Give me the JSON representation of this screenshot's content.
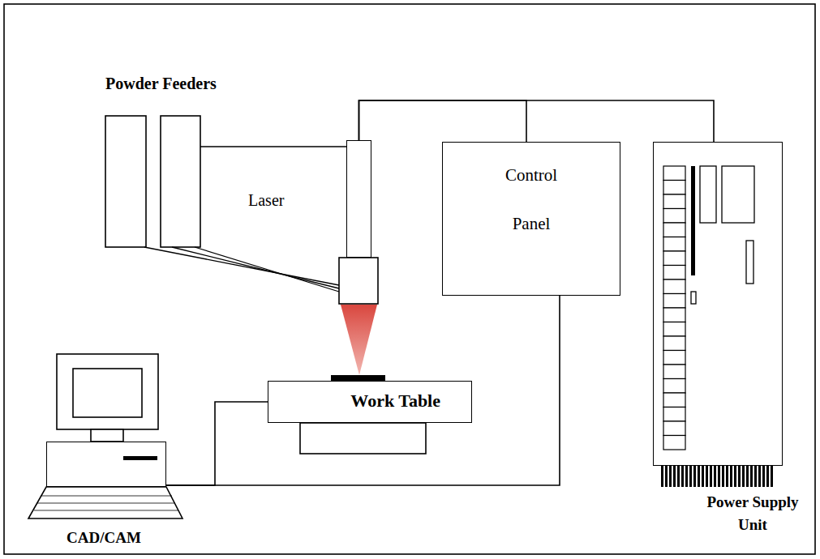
{
  "diagram": {
    "nodes": [
      {
        "text": [
          "Laser"
        ]
      },
      {
        "text": [
          "Control Panel"
        ]
      },
      {
        "text": [
          "Work Table"
        ]
      },
      {
        "text": [
          "Power Supply Unit"
        ]
      },
      {
        "text": [
          "CAD/CAM"
        ]
      }
    ],
    "edges": [
      {
        "from": 0,
        "to": 1,
        "arrow": "none"
      },
      {
        "from": 0,
        "to": 3,
        "arrow": "none"
      },
      {
        "from": 4,
        "to": 2,
        "arrow": "none"
      },
      {
        "from": 4,
        "to": 1,
        "arrow": "none"
      }
    ],
    "labels": [
      "Powder Feeders"
    ]
  }
}
